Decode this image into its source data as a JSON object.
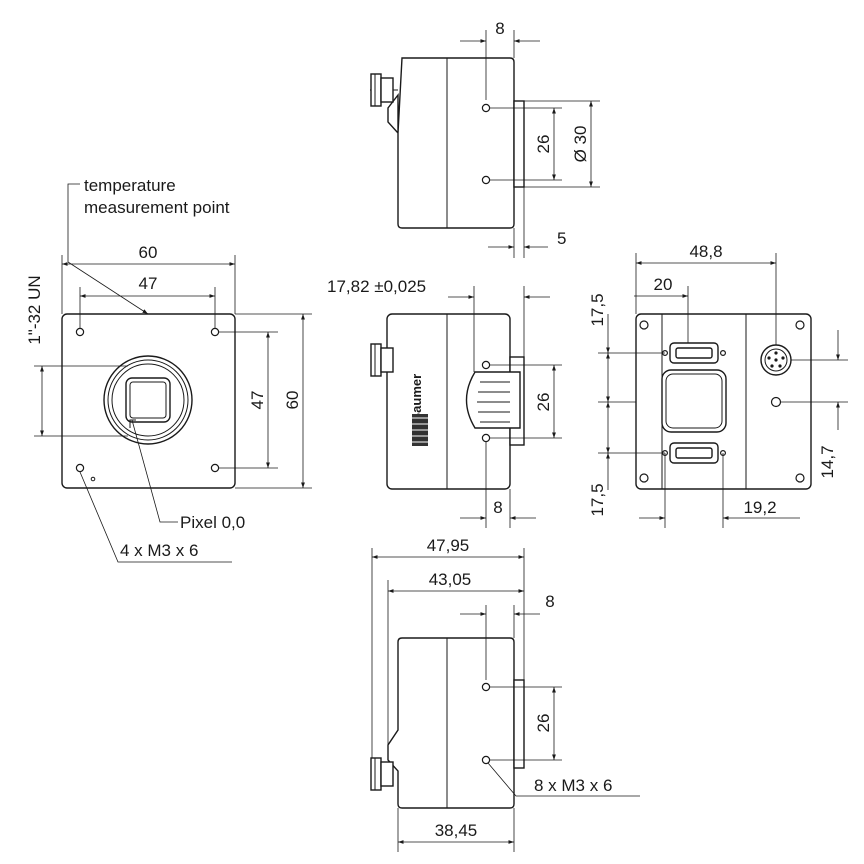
{
  "labels": {
    "temperature_point_line1": "temperature",
    "temperature_point_line2": "measurement point",
    "pixel_origin": "Pixel 0,0",
    "front_mount_holes": "4 x M3 x 6",
    "lens_thread": "1\"-32 UN",
    "side_mount_holes": "8 x M3 x 6",
    "brand_logo": "Baumer"
  },
  "dimensions": {
    "top_view": {
      "offset": "8",
      "height": "26",
      "diameter": "Ø 30",
      "depth": "5"
    },
    "front_view": {
      "width_outer": "60",
      "width_holes": "47",
      "height_holes": "47",
      "height_outer": "60"
    },
    "side_view": {
      "sensor_offset": "17,82 ±0,025",
      "height": "26",
      "offset": "8"
    },
    "rear_view": {
      "width": "48,8",
      "width_inner": "20",
      "top": "17,5",
      "bottom": "17,5",
      "right_height": "14,7",
      "bottom_width": "19,2"
    },
    "bottom_view": {
      "length_total": "47,95",
      "length_body": "43,05",
      "offset": "8",
      "height": "26",
      "length_base": "38,45"
    }
  }
}
